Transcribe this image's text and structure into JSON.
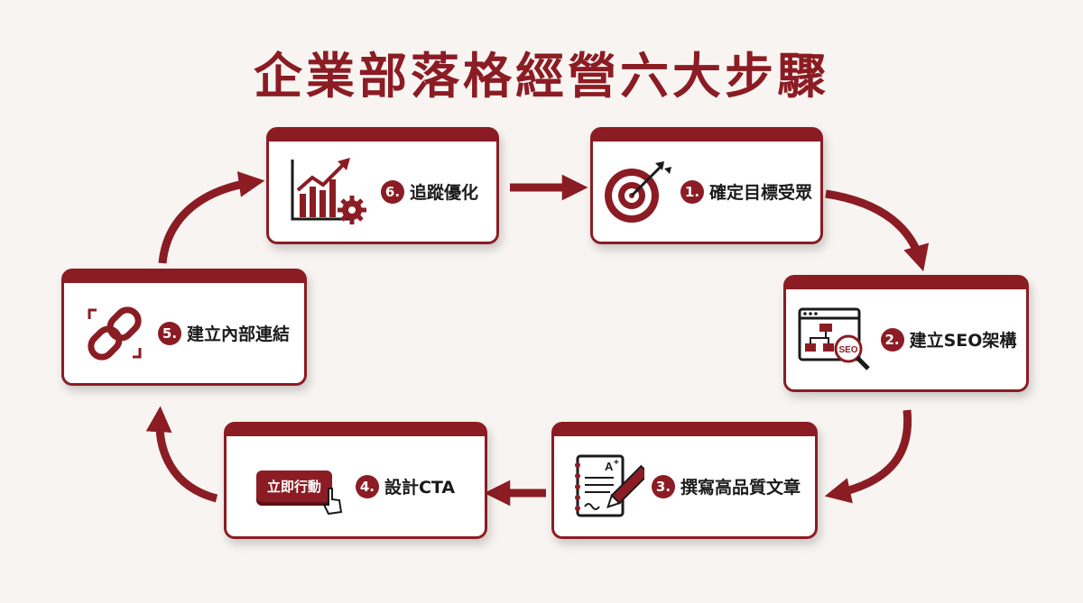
{
  "title": "企業部落格經營六大步驟",
  "colors": {
    "accent": "#8b1c24",
    "background": "#f7f4f1",
    "card": "#ffffff"
  },
  "steps": [
    {
      "num": "1.",
      "label": "確定目標受眾",
      "icon": "target-icon"
    },
    {
      "num": "2.",
      "label": "建立SEO架構",
      "icon": "seo-sitemap-icon"
    },
    {
      "num": "3.",
      "label": "撰寫高品質文章",
      "icon": "document-pen-icon"
    },
    {
      "num": "4.",
      "label": "設計CTA",
      "icon": "cta-button-icon",
      "button_text": "立即行動"
    },
    {
      "num": "5.",
      "label": "建立內部連結",
      "icon": "chain-link-icon"
    },
    {
      "num": "6.",
      "label": "追蹤優化",
      "icon": "growth-chart-gear-icon"
    }
  ]
}
